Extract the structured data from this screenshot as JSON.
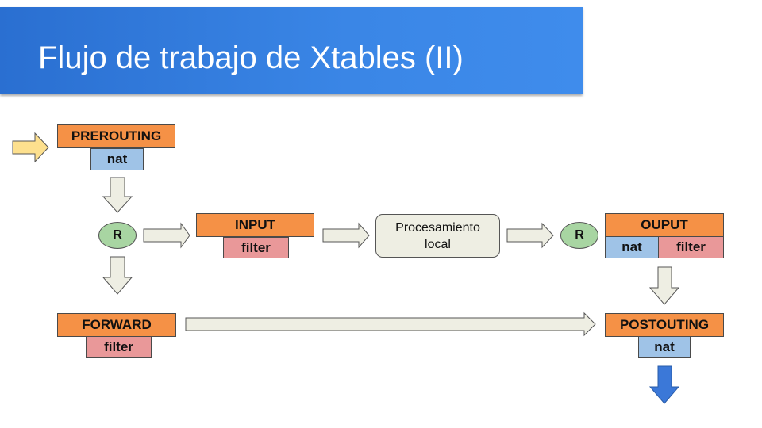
{
  "title": "Flujo de trabajo de Xtables (II)",
  "nodes": {
    "prerouting": {
      "chain": "PREROUTING",
      "tables": [
        "nat"
      ]
    },
    "input": {
      "chain": "INPUT",
      "tables": [
        "filter"
      ]
    },
    "output": {
      "chain": "OUPUT",
      "tables": [
        "nat",
        "filter"
      ]
    },
    "forward": {
      "chain": "FORWARD",
      "tables": [
        "filter"
      ]
    },
    "postrouting": {
      "chain": "POSTOUTING",
      "tables": [
        "nat"
      ]
    },
    "processing": {
      "line1": "Procesamiento",
      "line2": "local"
    },
    "router1": {
      "label": "R"
    },
    "router2": {
      "label": "R"
    }
  },
  "colors": {
    "chain": "#f59146",
    "nat": "#9fc3e7",
    "filter": "#e99899",
    "router": "#a8d5a2",
    "processing": "#eeeee3",
    "arrow": "#eeeee3",
    "entry_arrow": "#fde08e",
    "exit_arrow": "#3b78d8"
  }
}
